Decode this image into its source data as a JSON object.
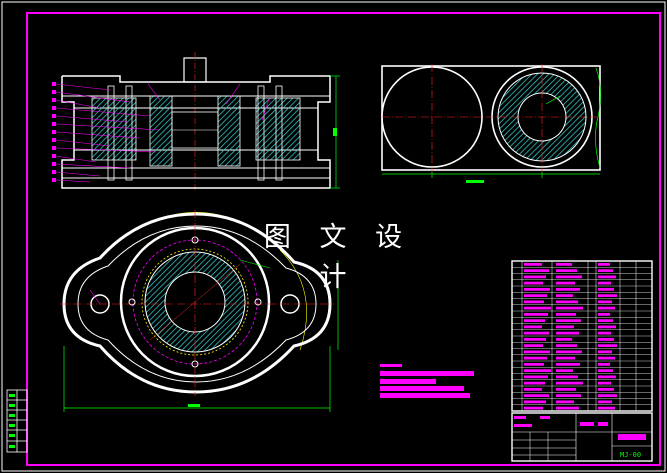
{
  "watermark": "图 文 设 计",
  "colors": {
    "background": "#000000",
    "frame": "#ff00ff",
    "part": "#ffffff",
    "hatch": "#33cccc",
    "dimension": "#00ff00",
    "centerline": "#ff2222",
    "leader": "#ff00ff",
    "construction": "#ffff00"
  },
  "views": [
    {
      "name": "front-section-view",
      "hatch": true
    },
    {
      "name": "blank-layout-view",
      "hatch": true
    },
    {
      "name": "plan-view",
      "hatch": true
    }
  ],
  "title_block": {
    "code": "MJ-00"
  }
}
